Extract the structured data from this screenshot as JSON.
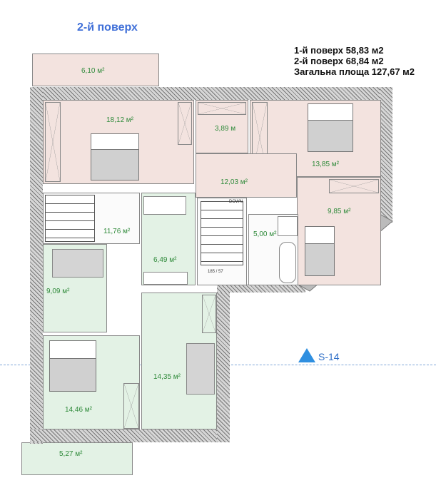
{
  "title": "2-й поверх",
  "summary": [
    "1-й поверх 58,83 м2",
    "2-й поверх 68,84 м2",
    "Загальна площа 127,67 м2"
  ],
  "rooms": {
    "balcony_top": "6,10 м²",
    "bedroom_1": "18,12 м²",
    "closet": "3,89 м",
    "bedroom_2": "13,85 м²",
    "hall": "12,03 м²",
    "bedroom_3": "9,85 м²",
    "stair_hall": "11,76 м²",
    "bathroom_1": "6,49 м²",
    "bathroom_2": "5,00 м²",
    "bedroom_4": "9,09 м²",
    "bedroom_5": "14,46 м²",
    "bedroom_6": "14,35 м²",
    "balcony_bottom": "5,27 м²"
  },
  "stairs": {
    "label": "DOWN",
    "note": "185 / 57"
  },
  "section_marker": "S-14"
}
